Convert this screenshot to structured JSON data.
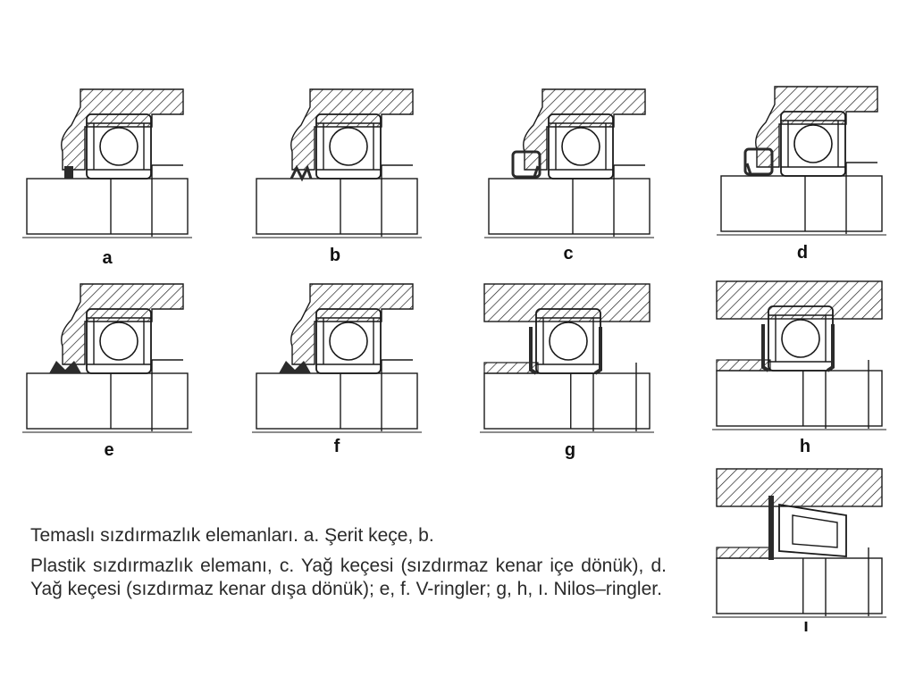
{
  "panels": [
    {
      "label": "a",
      "variant": "felt-strip"
    },
    {
      "label": "b",
      "variant": "plastic-seal"
    },
    {
      "label": "c",
      "variant": "oil-seal-inward"
    },
    {
      "label": "d",
      "variant": "oil-seal-outward"
    },
    {
      "label": "e",
      "variant": "v-ring"
    },
    {
      "label": "f",
      "variant": "v-ring"
    },
    {
      "label": "g",
      "variant": "nilos-ring"
    },
    {
      "label": "h",
      "variant": "nilos-ring"
    },
    {
      "label": "ı",
      "variant": "nilos-ring-tapered"
    }
  ],
  "caption": {
    "line1": "Temaslı sızdırmazlık elemanları. a. Şerit keçe, b.",
    "line2": "Plastik sızdırmazlık elemanı, c. Yağ keçesi (sızdırmaz kenar içe dönük), d. Yağ keçesi (sızdırmaz kenar dışa dönük); e, f. V-ringler; g, h, ı. Nilos–ringler."
  },
  "colors": {
    "ink": "#1a1a1a",
    "background": "#ffffff",
    "seal": "#2b2b2b"
  }
}
